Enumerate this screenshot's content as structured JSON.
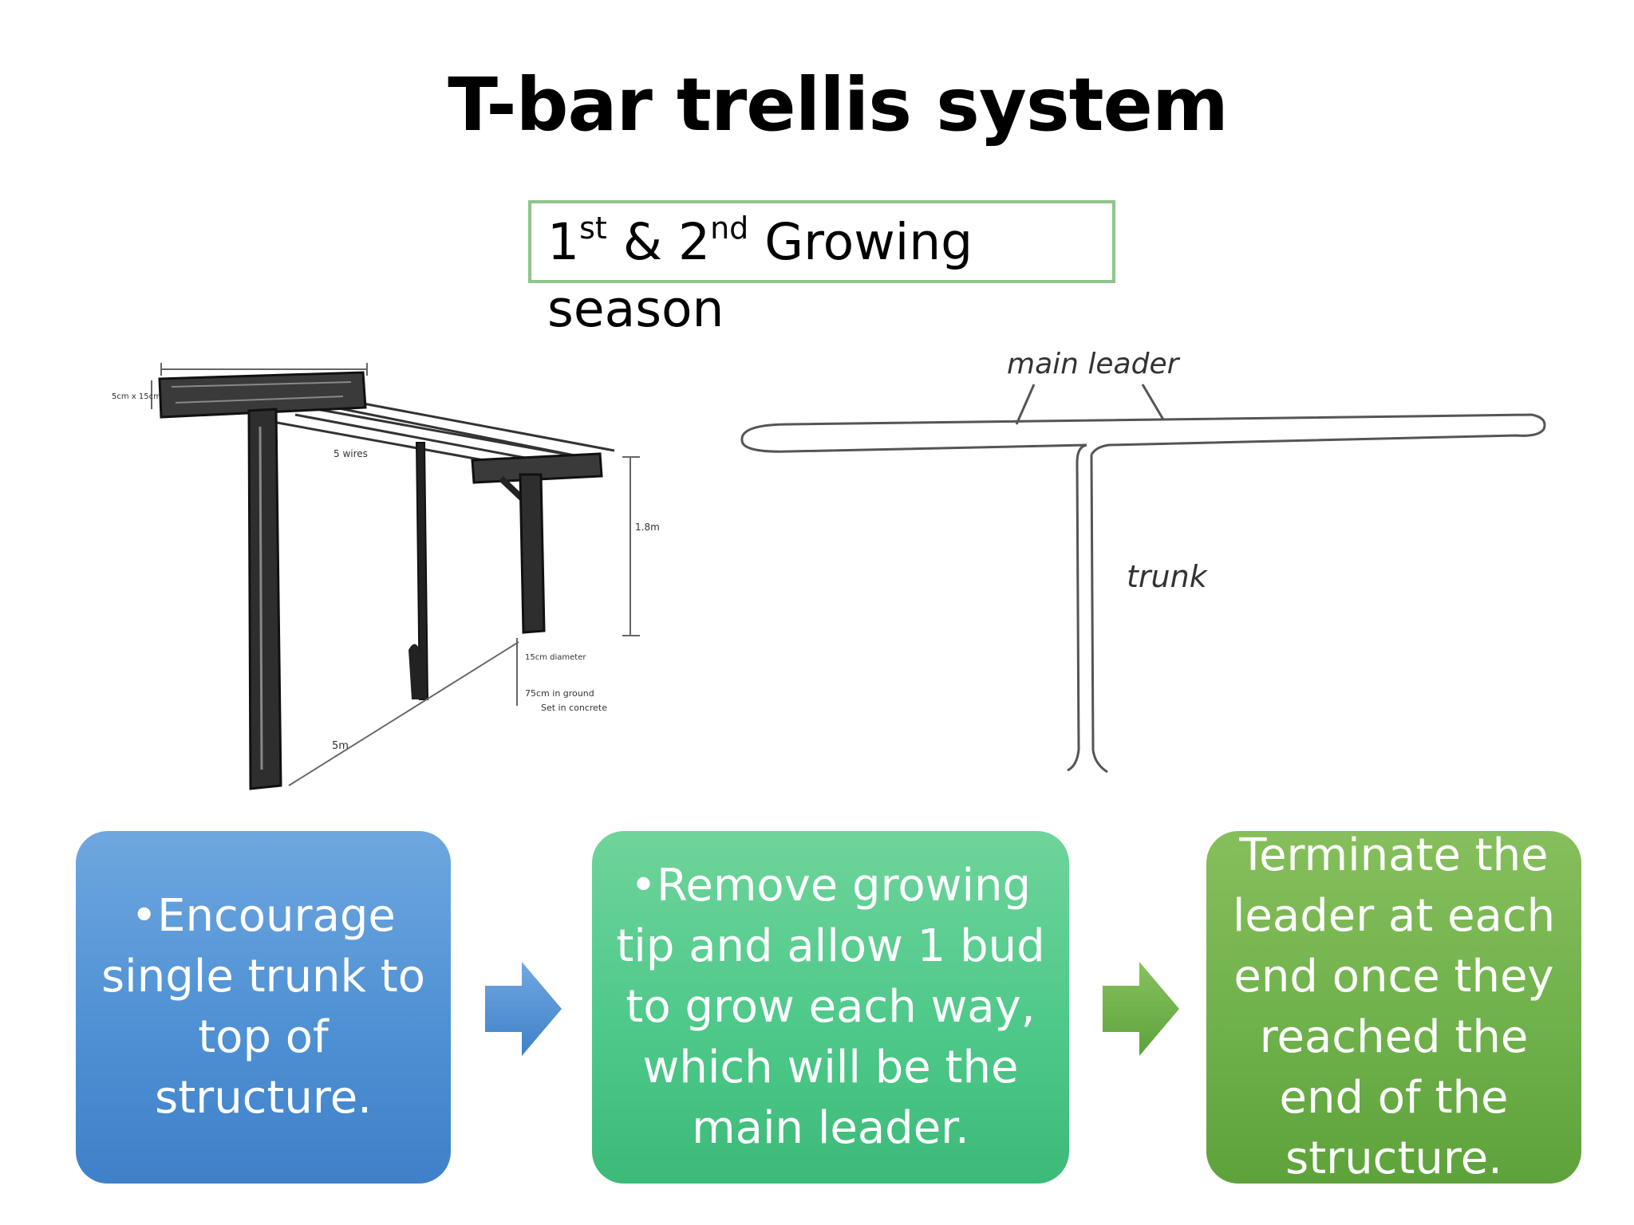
{
  "slide": {
    "title": "T-bar trellis system",
    "season": {
      "n1": "1",
      "sup1": "st",
      "amp": " & 2",
      "sup2": "nd",
      "rest": " Growing season"
    },
    "sketch1": {
      "labels": {
        "beam_size": "5cm x 15cm",
        "wires": "5 wires",
        "height": "1.8m",
        "diameter": "15cm diameter",
        "ground": "75cm in ground",
        "concrete": "Set in concrete",
        "spacing": "5m"
      }
    },
    "sketch2": {
      "labels": {
        "main_leader": "main leader",
        "trunk": "trunk"
      }
    },
    "steps": [
      {
        "text": "•Encourage single trunk to top of structure."
      },
      {
        "text": "•Remove growing tip and allow 1 bud to grow each way, which will be the main leader."
      },
      {
        "text": "Terminate the leader at each end once they reached the end of the structure."
      }
    ],
    "colors": {
      "box_border": "#8dc58a",
      "step1": "#4f91d4",
      "step2": "#4ec98a",
      "step3": "#6fb14a",
      "arrow1": "#4f91d4",
      "arrow2": "#6fb14a"
    }
  }
}
